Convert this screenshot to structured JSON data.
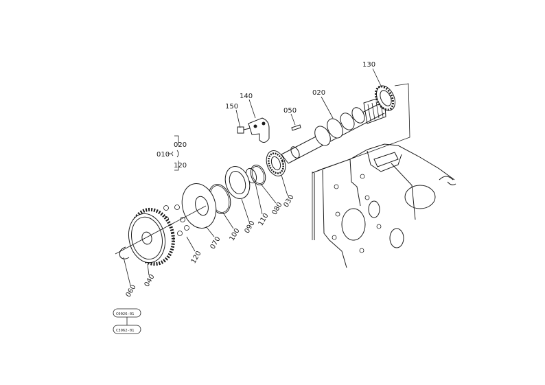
{
  "diagram": {
    "part_labels": {
      "p010": "010",
      "p020a": "020",
      "p120a": "120",
      "p020": "020",
      "p030": "030",
      "p040": "040",
      "p050": "050",
      "p060": "060",
      "p070": "070",
      "p080": "080",
      "p090": "090",
      "p100": "100",
      "p110": "110",
      "p120": "120",
      "p130": "130",
      "p140": "140",
      "p150": "150"
    },
    "reference_codes": {
      "ref_top": "C0026-01",
      "ref_bottom": "C3962-01"
    }
  }
}
